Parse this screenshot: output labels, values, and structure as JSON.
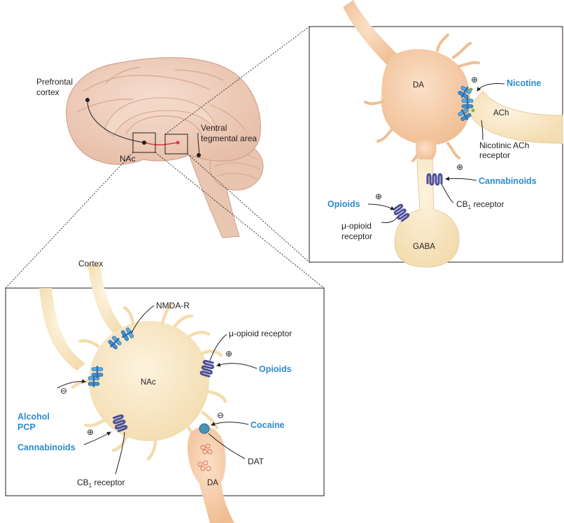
{
  "brain": {
    "prefrontal": [
      "Prefrontal",
      "cortex"
    ],
    "vta": [
      "Ventral",
      "tegmental  area"
    ],
    "nac": "NAc"
  },
  "vta_panel": {
    "da": "DA",
    "ach": "ACh",
    "gaba": "GABA",
    "nicotine": "Nicotine",
    "nicotinic_receptor": [
      "Nicotinic ACh",
      "receptor"
    ],
    "cannabinoids": "Cannabinoids",
    "cb1_prefix": "CB",
    "cb1_sub": "1",
    "cb1_suffix": " receptor",
    "opioids": "Opioids",
    "mu_receptor": [
      "μ-opioid",
      "receptor"
    ],
    "plus": "⊕"
  },
  "nac_panel": {
    "cortex": "Cortex",
    "nmda": "NMDA-R",
    "mu_receptor": "μ-opioid receptor",
    "opioids": "Opioids",
    "nac": "NAc",
    "alcohol": "Alcohol",
    "pcp": "PCP",
    "cannabinoids": "Cannabinoids",
    "cocaine": "Cocaine",
    "dat": "DAT",
    "da": "DA",
    "cb1_prefix": "CB",
    "cb1_sub": "1",
    "cb1_suffix": " receptor",
    "plus": "⊕",
    "minus": "⊖"
  },
  "colors": {
    "drug_label": "#2a8ccf",
    "receptor_blue": "#3d8fd1",
    "receptor_purple": "#5b63a8",
    "da_neuron": "#f2c29a",
    "nac_gaba_cell": "#f6e3bb",
    "brain": "#ecc9b4"
  }
}
